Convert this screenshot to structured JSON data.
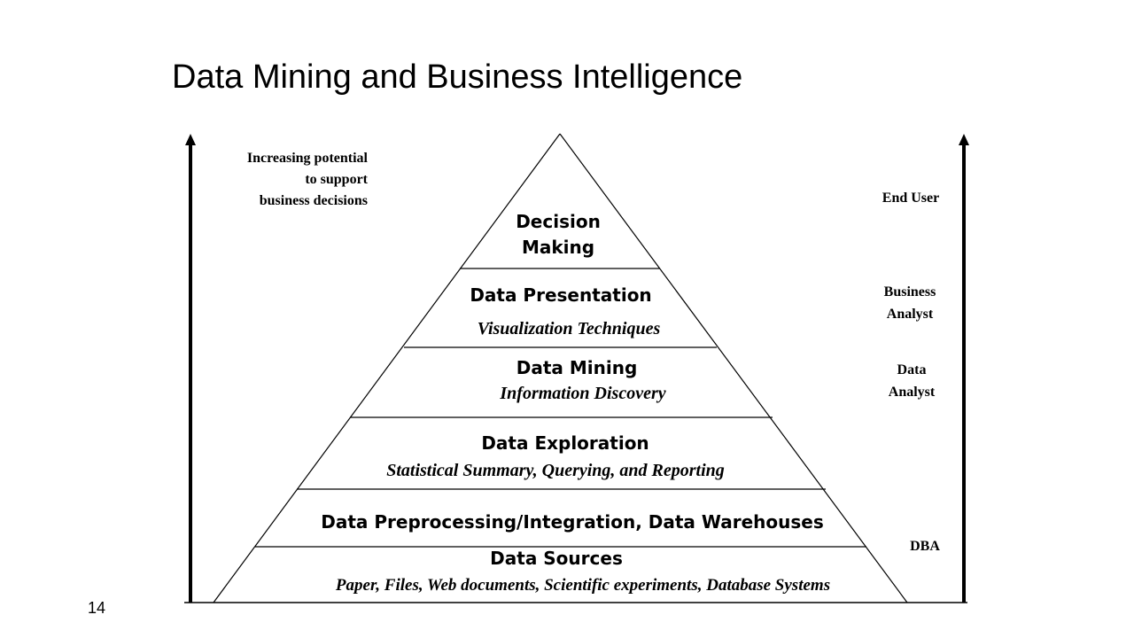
{
  "title": "Data Mining and Business Intelligence",
  "page_number": "14",
  "left_axis_label": [
    "Increasing potential",
    "to support",
    "business decisions"
  ],
  "levels": [
    {
      "title_lines": [
        "Decision",
        "Making"
      ],
      "subtitle": ""
    },
    {
      "title_lines": [
        "Data Presentation"
      ],
      "subtitle": "Visualization Techniques"
    },
    {
      "title_lines": [
        "Data Mining"
      ],
      "subtitle": "Information Discovery"
    },
    {
      "title_lines": [
        "Data Exploration"
      ],
      "subtitle": "Statistical Summary, Querying, and Reporting"
    },
    {
      "title_lines": [
        "Data Preprocessing/Integration, Data Warehouses"
      ],
      "subtitle": ""
    },
    {
      "title_lines": [
        "Data Sources"
      ],
      "subtitle": "Paper, Files, Web documents, Scientific experiments, Database Systems"
    }
  ],
  "roles": [
    {
      "lines": [
        "End User"
      ]
    },
    {
      "lines": [
        "Business",
        "Analyst"
      ]
    },
    {
      "lines": [
        "Data",
        "Analyst"
      ]
    },
    {
      "lines": [
        "DBA"
      ]
    }
  ]
}
